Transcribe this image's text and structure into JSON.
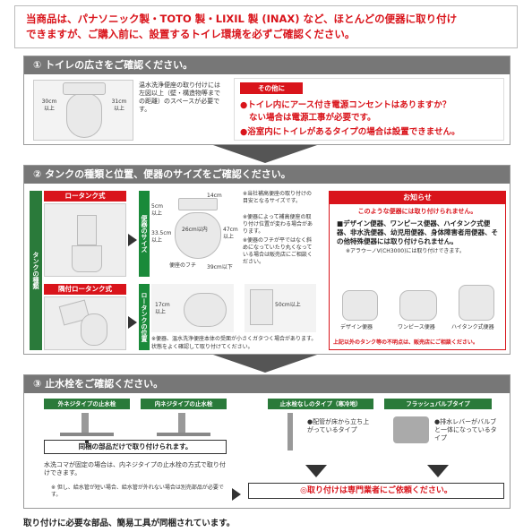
{
  "banner": {
    "line1": "当商品は、パナソニック製・TOTO 製・LIXIL 製 (INAX) など、ほとんどの便器に取り付け",
    "line2": "できますが、ご購入前に、設置するトイレ環境を必ずご確認ください。"
  },
  "sec1": {
    "title": "① トイレの広さをご確認ください。",
    "dim_left": "30cm\n以上",
    "dim_right": "31cm\n以上",
    "desc": "温水洗浄便座の取り付けには左図以上（壁・構造物等までの距離）のスペースが必要です。",
    "other_label": "その他に",
    "note1": "●トイレ内にアース付き電源コンセントはありますか？",
    "note1b": "ない場合は電源工事が必要です。",
    "note2": "●浴室内にトイレがあるタイプの場合は設置できません。"
  },
  "sec2": {
    "title": "② タンクの種類と位置、便器のサイズをご確認ください。",
    "side_label": "タンクの種類",
    "tank_low": "ロータンク式",
    "tank_corner": "隅付ロータンク式",
    "size_label": "便器のサイズ",
    "pos_label": "ロータンクの位置",
    "dim_14": "14cm",
    "dim_5": "5cm\n以上",
    "dim_335": "33.5cm\n以上",
    "dim_26": "26cm以内",
    "dim_47": "47cm\n以上",
    "dim_39": "39cm以下",
    "rim_label": "便座のフチ",
    "dim_17": "17cm\n以上",
    "dim_50": "50cm以上",
    "note_a": "※当社補高便座の取り付けの目安となるサイズです。",
    "note_b": "※便器によって補高便座の取り付け位置が変わる場合があります。",
    "note_c": "※便器のフチが平ではなく斜めになっていたり丸くなっている場合は販売店にご相談ください。",
    "note_bottom1": "※便器、温水洗浄便座本体の受面が小さくガタつく場合があります。",
    "note_bottom2": "状態をよく確認して取り付けてください。",
    "info_title": "お知らせ",
    "info_sub": "このような便器には取り付けられません。",
    "info_list": "■デザイン便器、ワンピース便器、ハイタンク式便器、非水洗便器、幼児用便器、身体障害者用便器、その他特殊便器には取り付けられません。",
    "info_note": "※アラウーノV(CH3000)には取り付けできます。",
    "toilet1": "デザイン便器",
    "toilet2": "ワンピース便器",
    "toilet3": "ハイタンク式便器",
    "info_footer": "上記以外のタンク等の不明点は、販売店にご相談ください。"
  },
  "sec3": {
    "title": "③ 止水栓をご確認ください。",
    "tab1": "外ネジタイプの止水栓",
    "tab2": "内ネジタイプの止水栓",
    "tab3": "止水栓なしのタイプ（寒冷地）",
    "tab4": "フラッシュバルブタイプ",
    "box1": "同梱の部品だけで取り付けられます。",
    "note1": "水洗コマが固定の場合は、内ネジタイプの止水栓の方式で取り付けできます。",
    "note2": "※ 但し、給水管が短い場合、給水管が外れない場合は別売部品が必要です。",
    "cold_desc": "●配管が床から立ち上がっているタイプ",
    "flush_desc": "●排水レバーがバルブと一体になっているタイプ",
    "result": "◎取り付けは専門業者にご依頼ください。"
  },
  "footer": "取り付けに必要な部品、簡易工具が同梱されています。"
}
